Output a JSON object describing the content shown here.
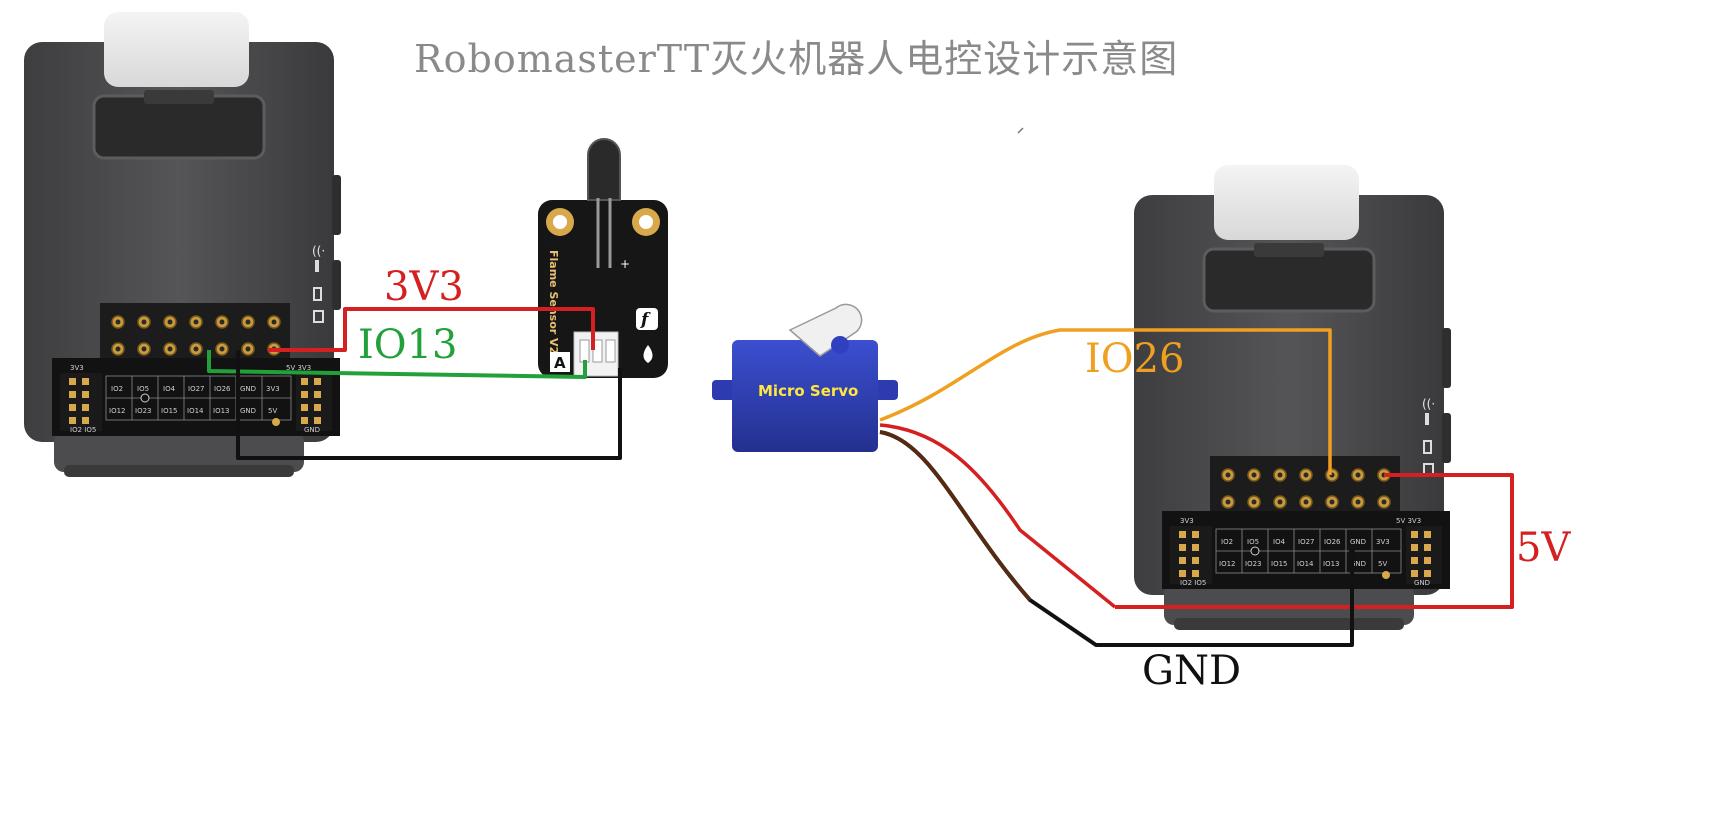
{
  "diagram": {
    "title": "RobomasterTT灭火机器人电控设计示意图",
    "labels": {
      "v3v3": "3V3",
      "io13": "IO13",
      "io26": "IO26",
      "v5": "5V",
      "gnd": "GND"
    },
    "flame_sensor": {
      "name_text": "Flame Sensor V2",
      "pin_a": "A",
      "brand": "f"
    },
    "servo": {
      "label": "Micro Servo"
    },
    "expansion_board": {
      "top_left": "3V3",
      "top_right": "5V  3V3",
      "row1": [
        "IO2",
        "IO5",
        "IO4",
        "IO27",
        "IO26",
        "GND",
        "3V3"
      ],
      "row2": [
        "IO12",
        "IO23",
        "IO15",
        "IO14",
        "IO13",
        "GND",
        "5V"
      ],
      "bottom_left": "IO2  IO5",
      "bottom_right": "GND"
    },
    "colors": {
      "red_wire": "#d42020",
      "green_wire": "#22a03a",
      "black_wire": "#111111",
      "orange_wire": "#f0a020",
      "brown_wire": "#5a2a10",
      "device_body": "#4a4a4c",
      "servo_blue": "#2f3fb8"
    }
  }
}
